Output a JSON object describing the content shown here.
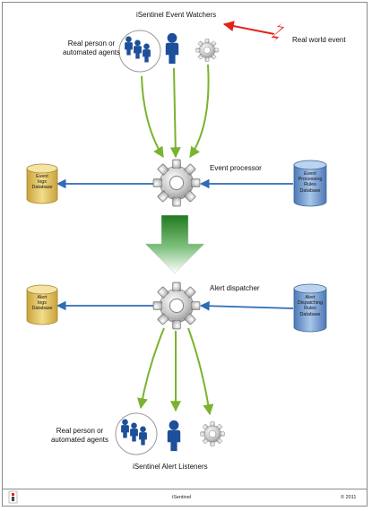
{
  "labels": {
    "watchers_title": "iSentinel Event Watchers",
    "real_world_event": "Real world event",
    "agents_top": [
      "Real person or",
      "automated agents"
    ],
    "event_processor": "Event processor",
    "alert_dispatcher": "Alert dispatcher",
    "agents_bottom": [
      "Real person or",
      "automated agents"
    ],
    "listeners_title": "iSentinel Alert Listeners"
  },
  "databases": {
    "event_logs": [
      "Event",
      "logs",
      "Database"
    ],
    "event_rules": [
      "Event",
      "Processing",
      "Rules",
      "Database"
    ],
    "alert_logs": [
      "Alert",
      "logs",
      "Database"
    ],
    "alert_rules": [
      "Alert",
      "Dispatching",
      "Rules",
      "Database"
    ]
  },
  "footer": {
    "center": "iSentinel",
    "right": "© 2011"
  },
  "icons": {
    "group": "people-group-icon",
    "person": "person-icon",
    "gear": "gear-icon",
    "lightning": "lightning-bolt-icon",
    "database": "database-cylinder-icon",
    "logo": "isentinel-logo-icon"
  },
  "colors": {
    "agent_blue": "#1d4f9a",
    "flow_green": "#7ab32e",
    "flow_blue": "#2f6cb5",
    "event_red": "#e2231a",
    "db_yellow": "#e2c35a",
    "db_blue": "#6f9bd0"
  }
}
